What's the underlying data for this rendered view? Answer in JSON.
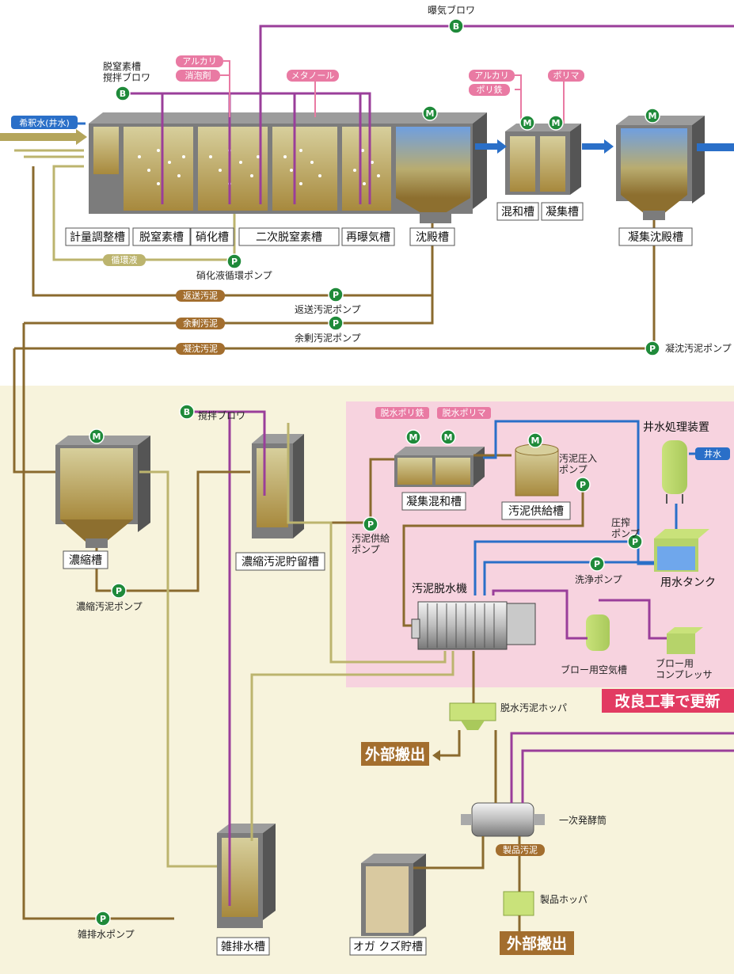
{
  "colors": {
    "main_line": "#8a6a2e",
    "ret_line": "#bcb46e",
    "air_line": "#9a3e9a",
    "water_line": "#2a6fc8",
    "chem_pill": "#e97aa3",
    "flow_pill": "#a36e2e",
    "blue_pill": "#2a6fc8",
    "badge": "#1f8a3a",
    "pink_panel": "#f7d3df",
    "cream_panel": "#f7f3dc",
    "banner": "#e23b62"
  },
  "inputs": {
    "dilution_water": "希釈水(井水)",
    "well_water": "井水"
  },
  "equipment": {
    "aeration_blower": "曝気ブロワ",
    "denitrification_blower": "脱窒素槽\n撹拌ブロワ",
    "stirring_blower": "撹拌ブロワ",
    "nitrified_pump": "硝化液循環ポンプ",
    "return_pump": "返送汚泥ポンプ",
    "excess_pump": "余剰汚泥ポンプ",
    "coag_pump": "凝沈汚泥ポンプ",
    "thick_pump": "濃縮汚泥ポンプ",
    "feed_pump": "汚泥供給\nポンプ",
    "press_pump": "汚泥圧入\nポンプ",
    "pressure_pump": "圧搾\nポンプ",
    "wash_pump": "洗浄ポンプ",
    "drain_pump": "雑排水ポンプ",
    "well_treatment": "井水処理装置",
    "water_tank": "用水タンク",
    "dehydrator": "汚泥脱水機",
    "blower_air_tank": "ブロー用空気槽",
    "blower_compressor": "ブロー用\nコンプレッサ",
    "hopper": "脱水汚泥ホッパ",
    "ferment": "一次発酵筒",
    "product_hopper": "製品ホッパ"
  },
  "chemicals": {
    "alkali1": "アルカリ",
    "defoamer": "消泡剤",
    "methanol": "メタノール",
    "alkali2": "アルカリ",
    "ferric": "ポリ鉄",
    "polymer": "ポリマ",
    "dw_ferric": "脱水ポリ鉄",
    "dw_polymer": "脱水ポリマ"
  },
  "flows": {
    "circ": "循環液",
    "return": "返送汚泥",
    "excess": "余剰汚泥",
    "coag": "凝沈汚泥",
    "product": "製品汚泥"
  },
  "tanks": {
    "metering": "計量調整槽",
    "denitrification": "脱窒素槽",
    "nitrification": "硝化槽",
    "second_denitrification": "二次脱窒素槽",
    "reaeration": "再曝気槽",
    "sedimentation": "沈殿槽",
    "mixing": "混和槽",
    "coagulation": "凝集槽",
    "coag_sedimentation": "凝集沈殿槽",
    "thickener": "濃縮槽",
    "thick_storage": "濃縮汚泥貯留槽",
    "coag_mixing": "凝集混和槽",
    "sludge_supply": "汚泥供給槽",
    "drain_tank": "雑排水槽",
    "sawdust_tank": "オガ クズ貯槽"
  },
  "badges": {
    "blower": "B",
    "pump": "P",
    "motor": "M"
  },
  "banner": "改良工事で更新",
  "outputs": {
    "out1": "外部搬出",
    "out2": "外部搬出"
  }
}
